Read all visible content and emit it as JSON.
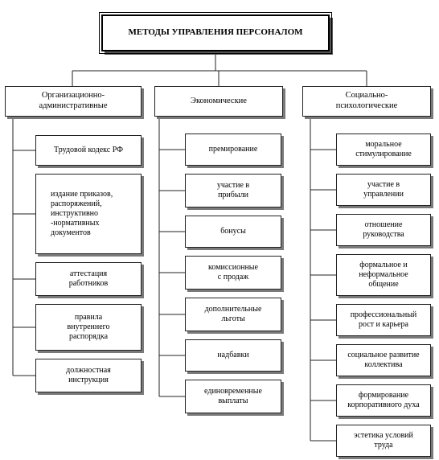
{
  "title": "МЕТОДЫ УПРАВЛЕНИЯ ПЕРСОНАЛОМ",
  "categories": [
    {
      "label": "Организационно-\nадминистративные",
      "items": [
        "Трудовой кодекс РФ",
        "издание приказов,\nраспоряжений,\nинструктивно\n-нормативных\nдокументов",
        "аттестация\nработников",
        "правила\nвнутреннего\nраспорядка",
        "должностная\nинструкция"
      ]
    },
    {
      "label": "Экономические",
      "items": [
        "премирование",
        "участие в\nприбыли",
        "бонусы",
        "комиссионные\nс продаж",
        "дополнительные\nльготы",
        "надбавки",
        "единовременные\nвыплаты"
      ]
    },
    {
      "label": "Социально-\nпсихологические",
      "items": [
        "моральное\nстимулирование",
        "участие в\nуправлении",
        "отношение\nруководства",
        "формальное и\nнеформальное\nобщение",
        "профессиональный\nрост и карьера",
        "социальное развитие\nколлектива",
        "формирование\nкорпоративного духа",
        "эстетика условий\nтруда"
      ]
    }
  ]
}
